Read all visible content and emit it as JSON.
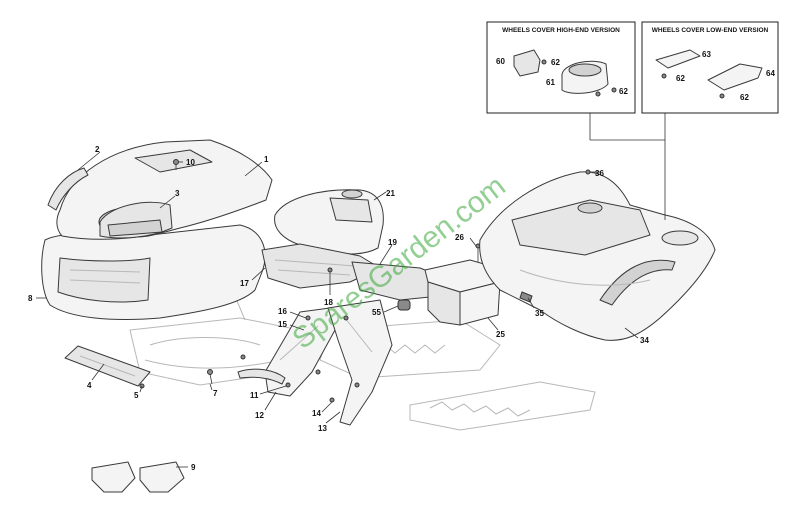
{
  "watermark": "SparesGarden.com",
  "boxes": {
    "high_end_title": "WHEELS COVER HIGH-END VERSION",
    "low_end_title": "WHEELS COVER LOW-END VERSION"
  },
  "callouts": {
    "c1": "1",
    "c2": "2",
    "c3": "3",
    "c4": "4",
    "c5": "5",
    "c7": "7",
    "c8": "8",
    "c9": "9",
    "c10": "10",
    "c11": "11",
    "c12": "12",
    "c13": "13",
    "c14": "14",
    "c15": "15",
    "c16": "16",
    "c17": "17",
    "c18": "18",
    "c19": "19",
    "c21": "21",
    "c25": "25",
    "c26": "26",
    "c34": "34",
    "c35": "35",
    "c36": "36",
    "c55": "55",
    "c60": "60",
    "c61": "61",
    "c62a": "62",
    "c62b": "62",
    "c62c": "62",
    "c62d": "62",
    "c63": "63",
    "c64": "64"
  }
}
